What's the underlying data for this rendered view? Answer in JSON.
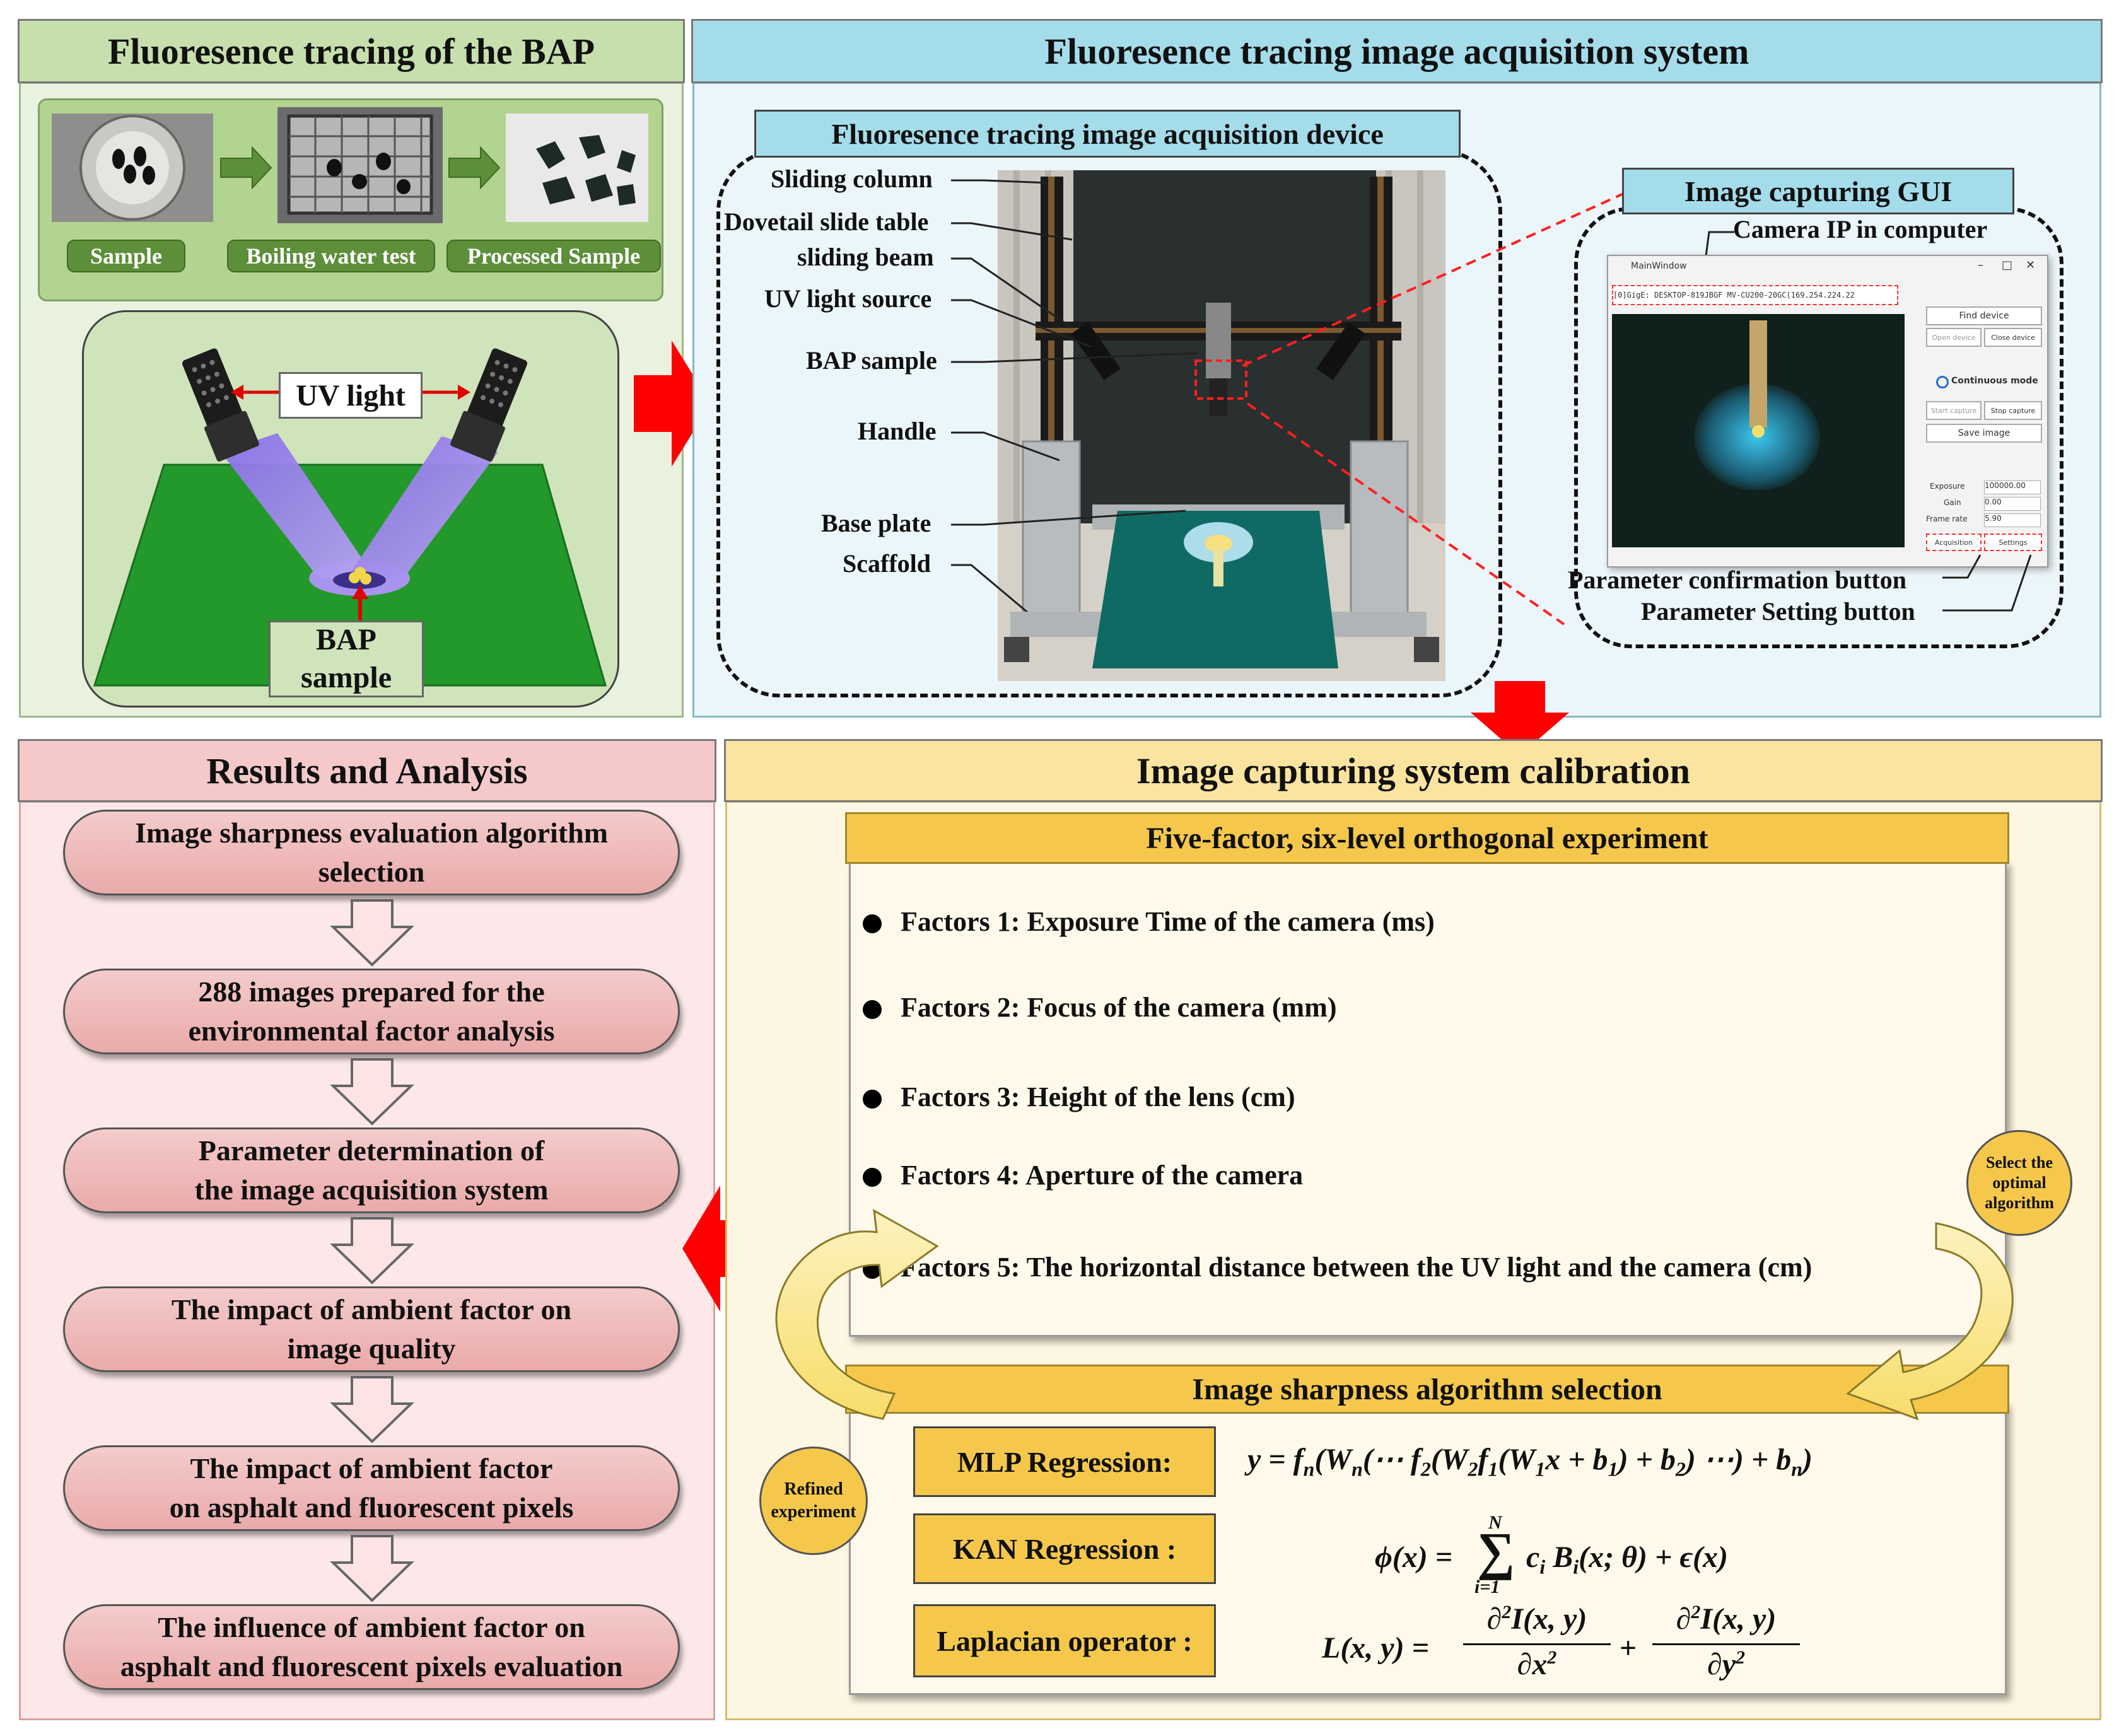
{
  "bap_panel": {
    "title": "Fluoresence tracing of the BAP",
    "steps": [
      "Sample",
      "Boiling water test",
      "Processed Sample"
    ],
    "uv_label": "UV light",
    "bap_label_line1": "BAP",
    "bap_label_line2": "sample"
  },
  "acq_panel": {
    "title": "Fluoresence tracing image acquisition system",
    "device_title": "Fluoresence tracing image acquisition device",
    "device_labels": [
      "Sliding column",
      "Dovetail slide table",
      "sliding beam",
      "UV light source",
      "BAP sample",
      "Handle",
      "Base plate",
      "Scaffold"
    ],
    "gui_title": "Image capturing GUI",
    "gui_labels": {
      "camera_ip": "Camera IP in computer",
      "confirm": "Parameter confirmation button",
      "setting": "Parameter Setting button"
    },
    "gui_window": {
      "window_title": "MainWindow",
      "device_select": "[0]GigE: DESKTOP-819JBGF MV-CU200-20GC(169.254.224.22",
      "find_device": "Find device",
      "open_device": "Open device",
      "close_device": "Close device",
      "continuous_mode": "Continuous mode",
      "start_capture": "Start capture",
      "stop_capture": "Stop capture",
      "save_image": "Save image",
      "params": [
        {
          "name": "Exposure",
          "value": "100000.00"
        },
        {
          "name": "Gain",
          "value": "0.00"
        },
        {
          "name": "Frame rate",
          "value": "5.90"
        }
      ],
      "acquisition": "Acquisition",
      "settings": "Settings"
    }
  },
  "results_panel": {
    "title": "Results and Analysis",
    "steps": [
      {
        "line1": "Image sharpness evaluation algorithm",
        "line2": "selection"
      },
      {
        "line1": "288 images prepared for  the",
        "line2": "environmental factor analysis"
      },
      {
        "line1": "Parameter determination of",
        "line2": "the image acquisition system"
      },
      {
        "line1": "The impact of ambient factor on",
        "line2": "image quality"
      },
      {
        "line1": "The impact of ambient factor",
        "line2": "on asphalt and fluorescent pixels"
      },
      {
        "line1": "The influence of ambient factor on",
        "line2": "asphalt and fluorescent pixels evaluation"
      }
    ]
  },
  "calibration_panel": {
    "title": "Image capturing system calibration",
    "orthogonal_title": "Five-factor, six-level orthogonal experiment",
    "factors": [
      "Factors 1: Exposure Time of the camera (ms)",
      "Factors 2: Focus of the camera (mm)",
      "Factors 3: Height of the lens (cm)",
      "Factors 4: Aperture of the camera",
      "Factors 5: The horizontal distance between the UV light and the camera (cm)"
    ],
    "select_bubble": [
      "Select the",
      "optimal",
      "algorithm"
    ],
    "refined_bubble": [
      "Refined",
      "experiment"
    ],
    "algorithm_title": "Image sharpness algorithm selection",
    "methods": [
      "MLP Regression:",
      "KAN Regression :",
      "Laplacian operator :"
    ]
  },
  "colors": {
    "green_header": "#c6dfac",
    "green_bg": "#e9f1df",
    "blue_header": "#a4dcea",
    "blue_bg": "#ebf6fa",
    "pink_header": "#f5c9c9",
    "pink_bg": "#fce8e8",
    "yellow_header": "#fbe4a0",
    "yellow_bg": "#fdf6e2",
    "gold": "#f5c84c",
    "red_arrow": "#ff0000"
  }
}
